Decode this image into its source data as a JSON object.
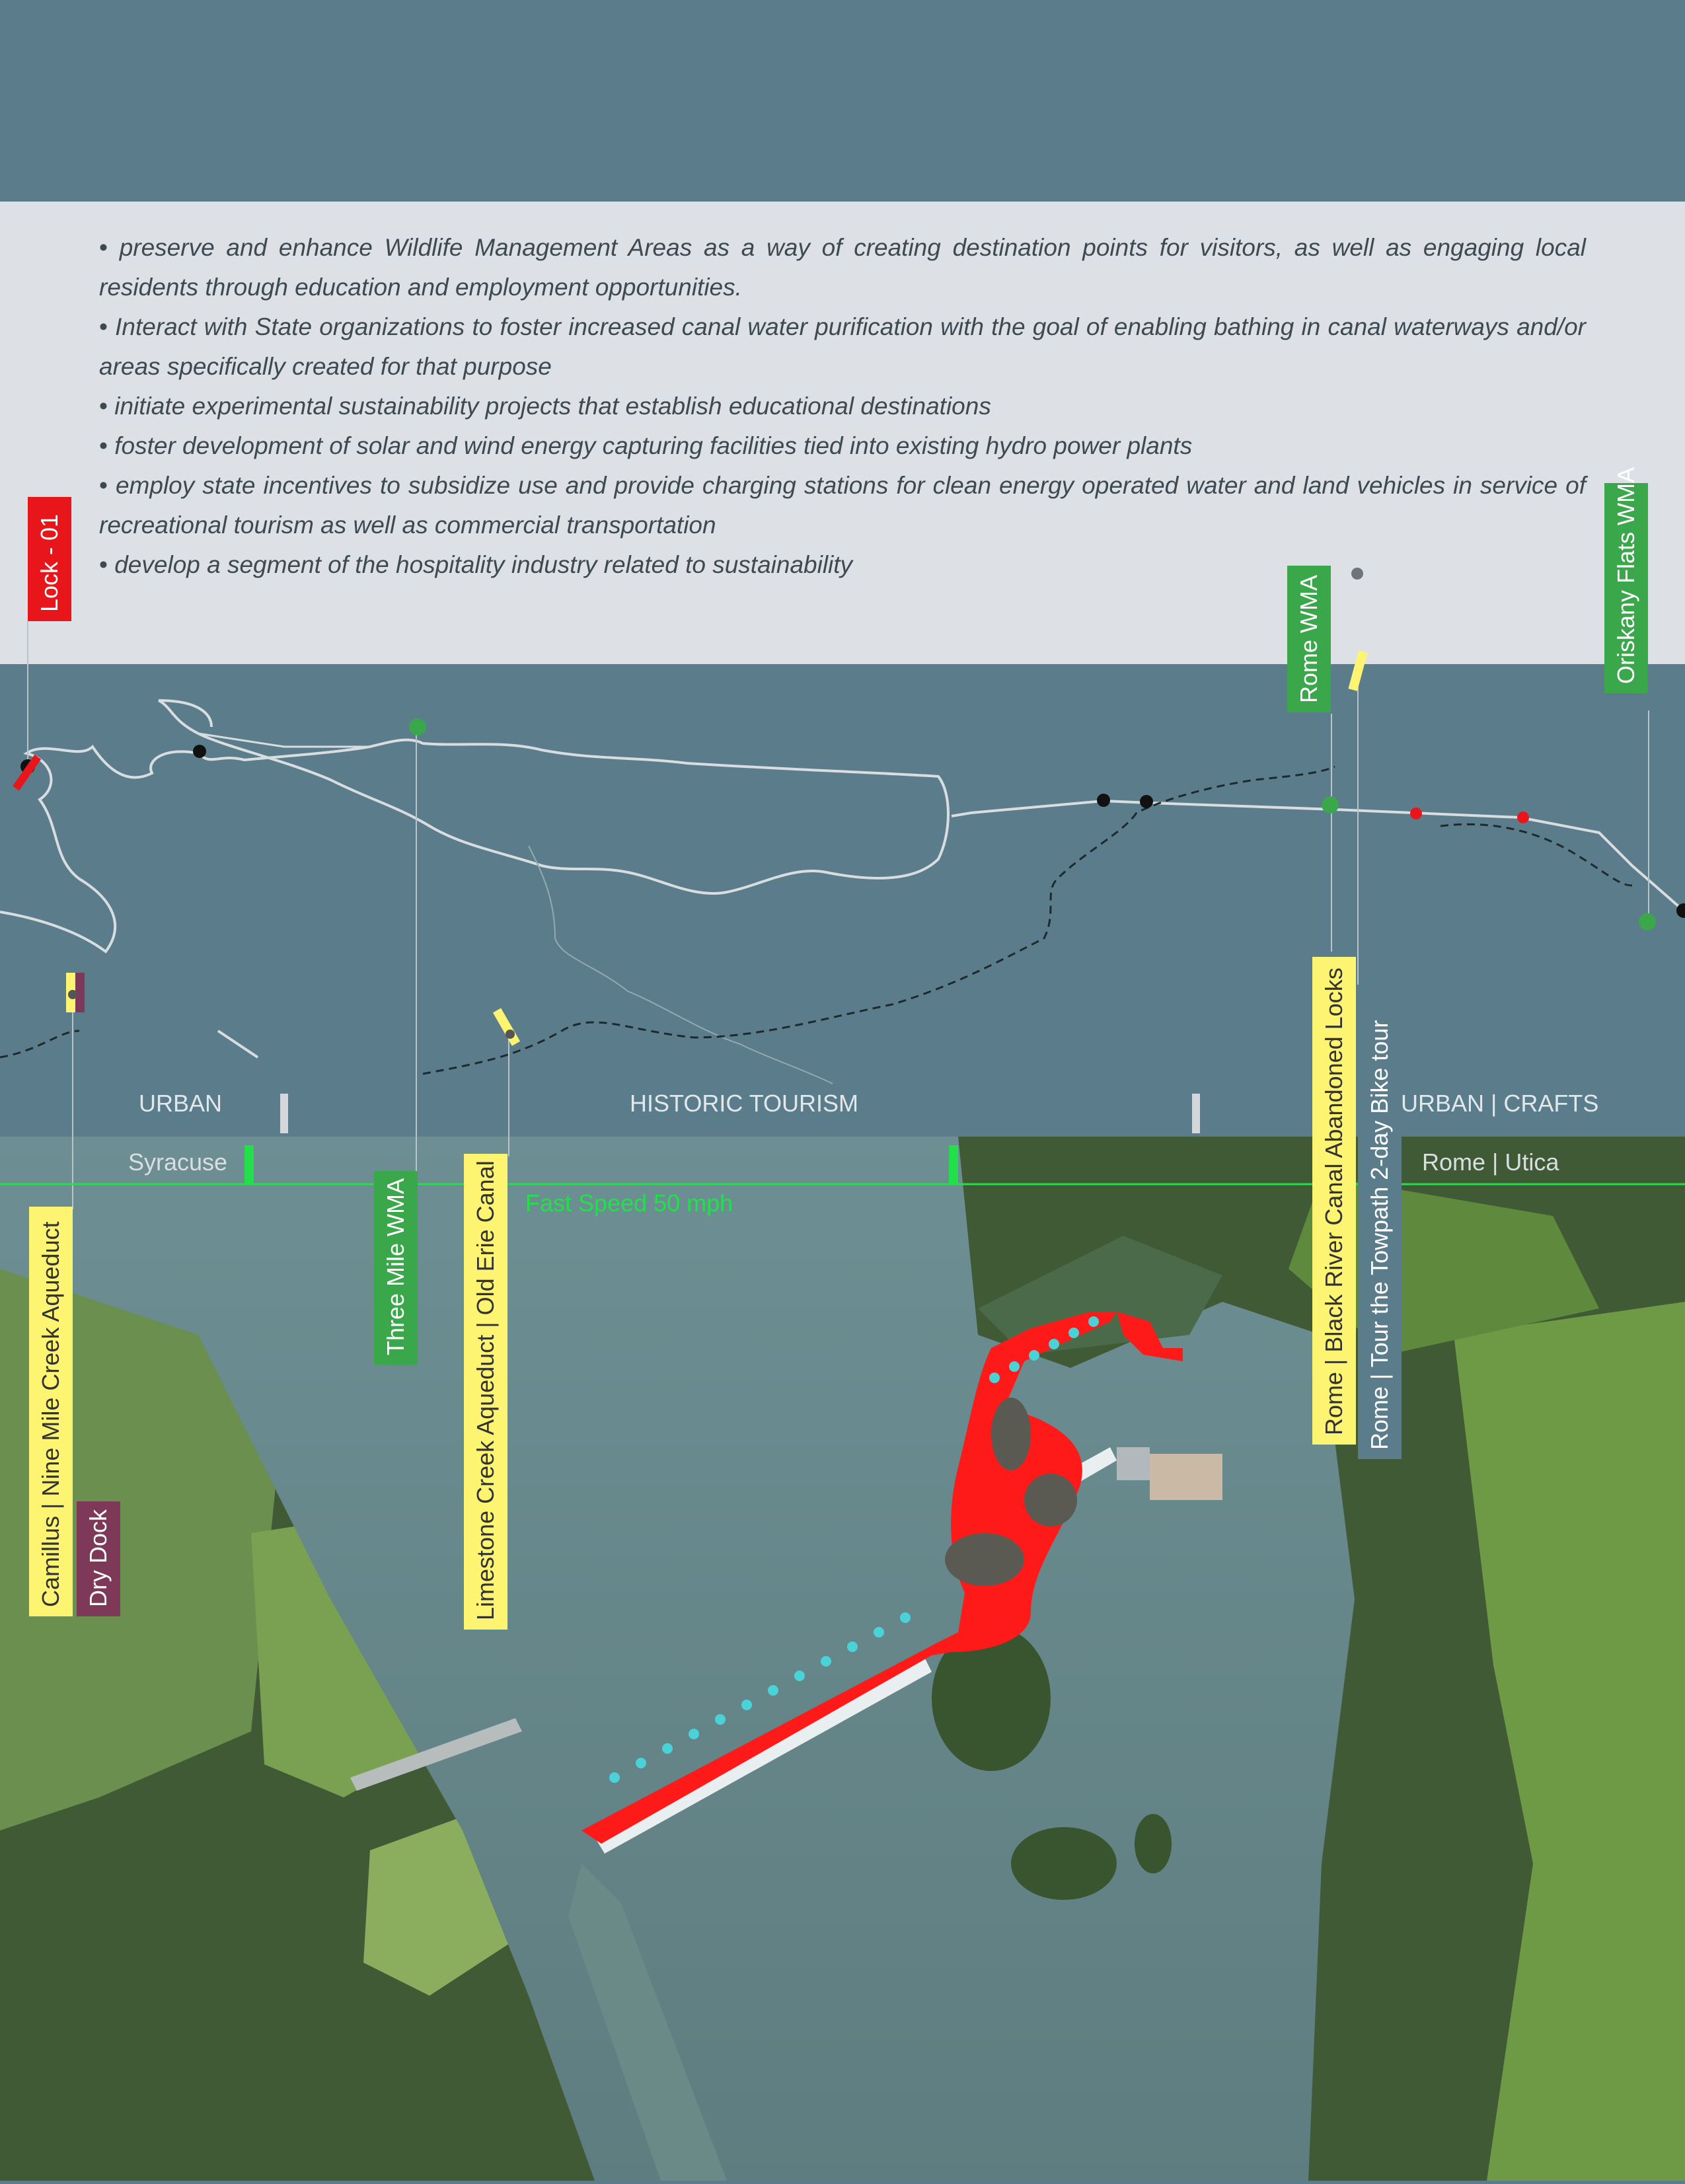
{
  "bullets": [
    "preserve and enhance Wildlife Management Areas as a way of creating destination points for visitors, as well as engaging local residents through education and employment opportunities.",
    "Interact with State organizations to foster increased canal water purification with the goal of enabling bathing in canal waterways and/or areas specifically created for that purpose",
    "initiate experimental sustainability projects that establish educational destinations",
    "foster development of solar and wind energy capturing facilities tied into existing hydro power plants",
    "employ state incentives to subsidize use and provide charging stations for clean energy operated water and land vehicles in service of recreational tourism as well as commercial transportation",
    "develop a segment of the hospitality industry related to sustainability"
  ],
  "labels": {
    "lock": "Lock - 01",
    "rome_wma": "Rome WMA",
    "oriskany": "Oriskany Flats WMA",
    "camillus": "Camillus  |  Nine Mile Creek Aqueduct",
    "dry_dock": "Dry Dock",
    "three_mile": "Three Mile WMA",
    "limestone": "Limestone Creek Aqueduct  |  Old Erie Canal",
    "black_river": "Rome  |  Black River Canal Abandoned Locks",
    "towpath": "Rome  |  Tour the Towpath 2-day Bike tour"
  },
  "zones": {
    "urban": "URBAN",
    "historic": "HISTORIC TOURISM",
    "urban_crafts": "URBAN  |  CRAFTS"
  },
  "cities": {
    "syracuse": "Syracuse",
    "rome_utica": "Rome  |  Utica"
  },
  "speed": "Fast Speed 50 mph",
  "colors": {
    "background": "#5b7d8b",
    "panel": "#dde1e6",
    "canal_line": "#d8dde0",
    "highlight_red": "#e8161b",
    "wma_green": "#3aa84a",
    "heritage_yellow": "#fdf571",
    "dock_purple": "#7e3958",
    "speed_green": "#22e04a"
  }
}
